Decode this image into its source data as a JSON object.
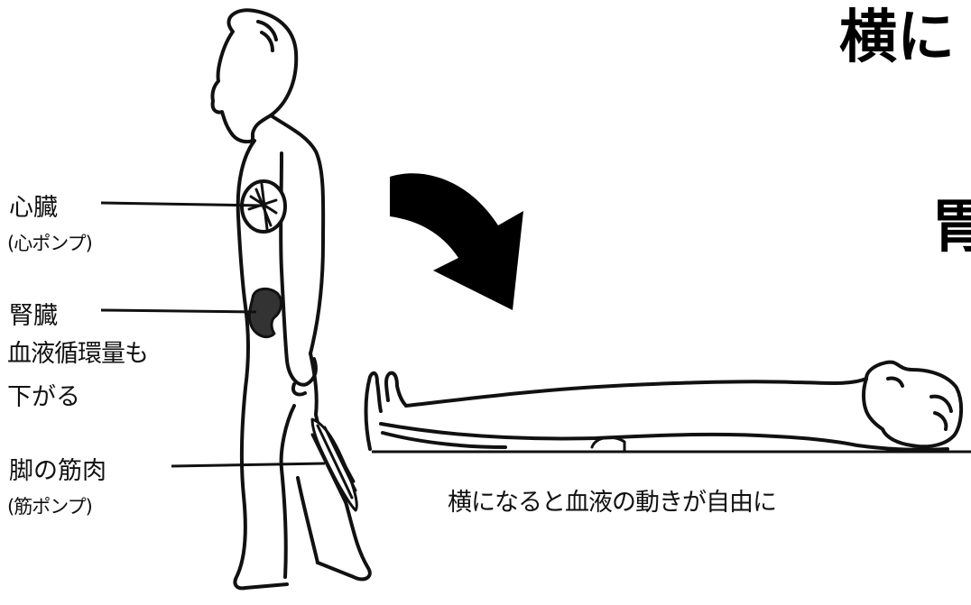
{
  "title_partial": "横に",
  "title_partial_2": "胃",
  "labels": {
    "heart": {
      "name": "心臓",
      "sub": "(心ポンプ)"
    },
    "kidney": {
      "name": "腎臓",
      "line2": "血液循環量も",
      "line3": "下がる"
    },
    "leg_muscle": {
      "name": "脚の筋肉",
      "sub": "(筋ポンプ)"
    }
  },
  "caption": "横になると血液の動きが自由に",
  "icons": {
    "arrow": "curved-down-arrow-icon"
  },
  "colors": {
    "ink": "#111111",
    "background": "#ffffff"
  }
}
